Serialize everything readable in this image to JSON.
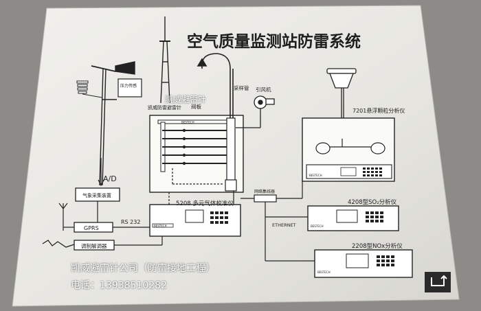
{
  "title": "空气质量监测站防雷系统",
  "labels": {
    "pressure_box": "压力传感",
    "ad": "A/D",
    "weather_collector": "气象采集装置",
    "modem": "调制解调器",
    "gprs": "GPRS",
    "rs232": "RS 232",
    "lightning_rod": "凯威防雷避雷针",
    "valve_frame": "阀板",
    "sampling_tube": "采样管",
    "fan": "引风机",
    "pm_analyzer": "7201悬浮颗粒分析仪",
    "gas_calibrator": "5208  多元气体校准仪",
    "network_device": "网络集线器",
    "ethernet": "ETHERNET",
    "so2_analyzer": "4208型SO₂分析仪",
    "nox_analyzer": "2208型NOx分析仪"
  },
  "device_brand": "BESTECH",
  "watermark": {
    "top": "凯威避雷针",
    "company": "凯威避雷针公司（防雷接地工程）",
    "phone": "电话：13938510282"
  },
  "colors": {
    "paper": "#e9e8e3",
    "ink": "#222222",
    "background": "#8d8b87"
  }
}
